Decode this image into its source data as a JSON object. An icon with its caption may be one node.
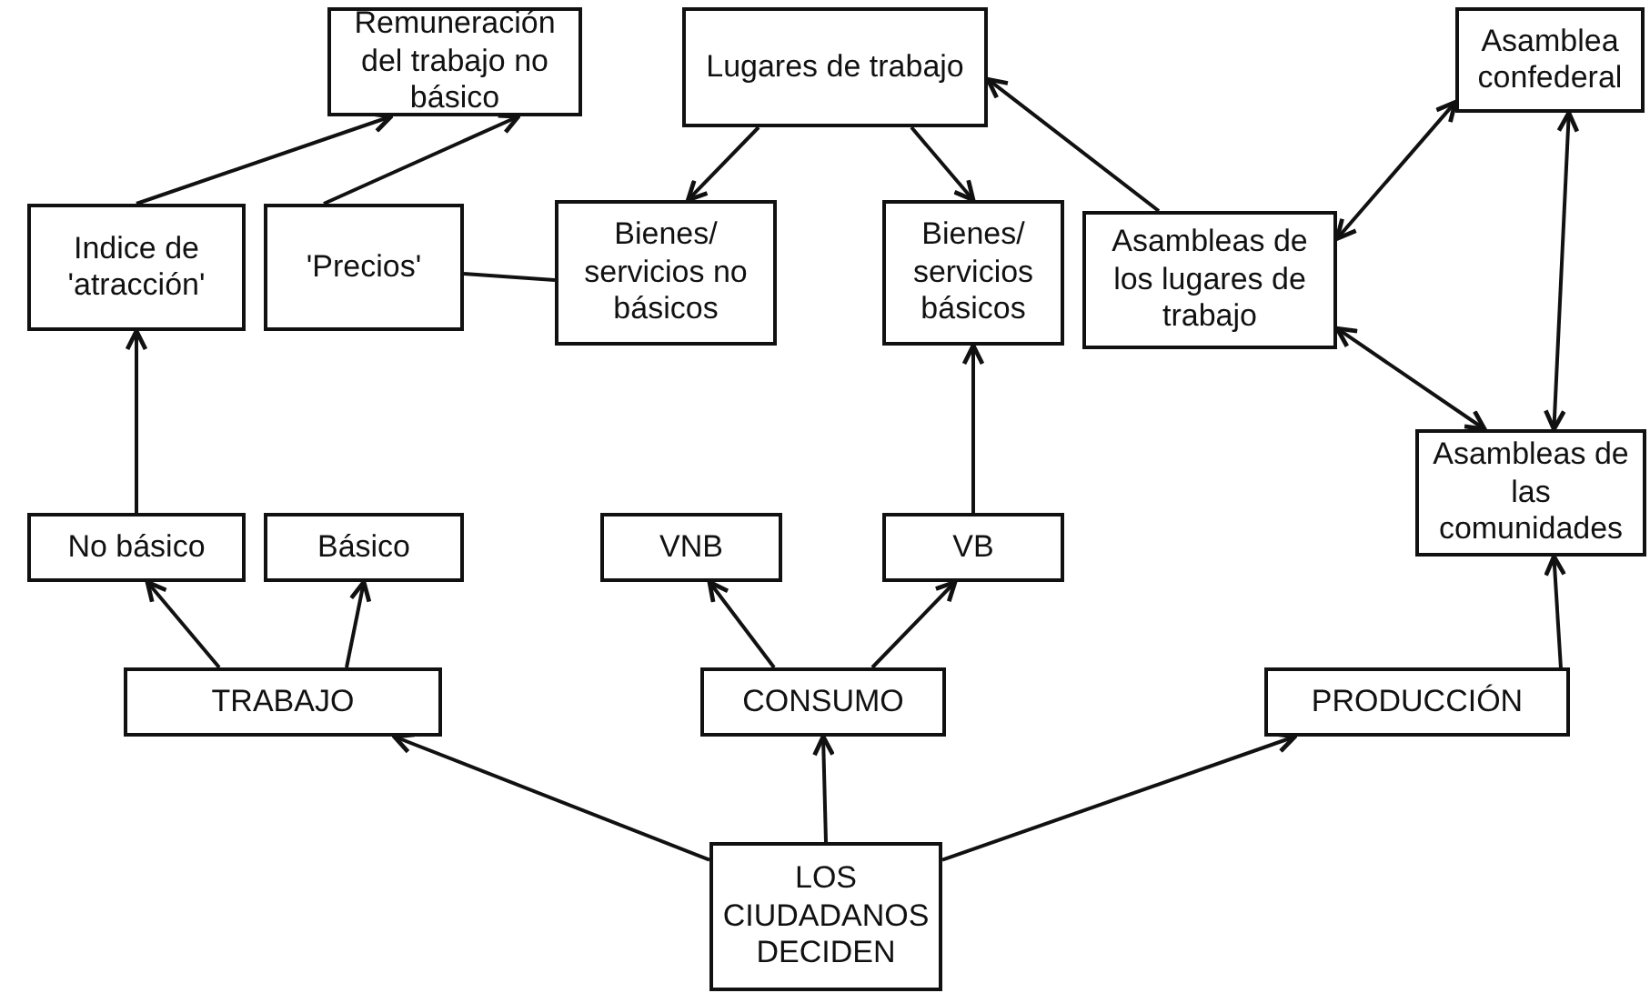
{
  "diagram": {
    "nodes": [
      {
        "text": [
          "Remuneración del trabajo no básico"
        ]
      },
      {
        "text": [
          "Lugares de trabajo"
        ]
      },
      {
        "text": [
          "Asamblea confederal"
        ]
      },
      {
        "text": [
          "Indice de 'atracción'"
        ]
      },
      {
        "text": [
          "'Precios'"
        ]
      },
      {
        "text": [
          "Bienes/ servicios no básicos"
        ]
      },
      {
        "text": [
          "Bienes/ servicios básicos"
        ]
      },
      {
        "text": [
          "Asambleas de los lugares de trabajo"
        ]
      },
      {
        "text": [
          "Asambleas de las comunidades"
        ]
      },
      {
        "text": [
          "No básico"
        ]
      },
      {
        "text": [
          "Básico"
        ]
      },
      {
        "text": [
          "VNB"
        ]
      },
      {
        "text": [
          "VB"
        ]
      },
      {
        "text": [
          "TRABAJO"
        ]
      },
      {
        "text": [
          "CONSUMO"
        ]
      },
      {
        "text": [
          "PRODUCCIÓN"
        ]
      },
      {
        "text": [
          "LOS CIUDADANOS DECIDEN"
        ]
      }
    ],
    "edges": [
      {
        "from": 3,
        "to": 0,
        "arrow": "to"
      },
      {
        "from": 4,
        "to": 0,
        "arrow": "to"
      },
      {
        "from": 4,
        "to": 5,
        "arrow": "none"
      },
      {
        "from": 1,
        "to": 5,
        "arrow": "to"
      },
      {
        "from": 1,
        "to": 6,
        "arrow": "to"
      },
      {
        "from": 7,
        "to": 1,
        "arrow": "to"
      },
      {
        "from": 7,
        "to": 2,
        "arrow": "both"
      },
      {
        "from": 7,
        "to": 8,
        "arrow": "both"
      },
      {
        "from": 2,
        "to": 8,
        "arrow": "both"
      },
      {
        "from": 9,
        "to": 3,
        "arrow": "to"
      },
      {
        "from": 12,
        "to": 6,
        "arrow": "to"
      },
      {
        "from": 13,
        "to": 9,
        "arrow": "to"
      },
      {
        "from": 13,
        "to": 10,
        "arrow": "to"
      },
      {
        "from": 14,
        "to": 11,
        "arrow": "to"
      },
      {
        "from": 14,
        "to": 12,
        "arrow": "to"
      },
      {
        "from": 15,
        "to": 8,
        "arrow": "to"
      },
      {
        "from": 16,
        "to": 13,
        "arrow": "to"
      },
      {
        "from": 16,
        "to": 14,
        "arrow": "to"
      },
      {
        "from": 16,
        "to": 15,
        "arrow": "to"
      }
    ]
  }
}
